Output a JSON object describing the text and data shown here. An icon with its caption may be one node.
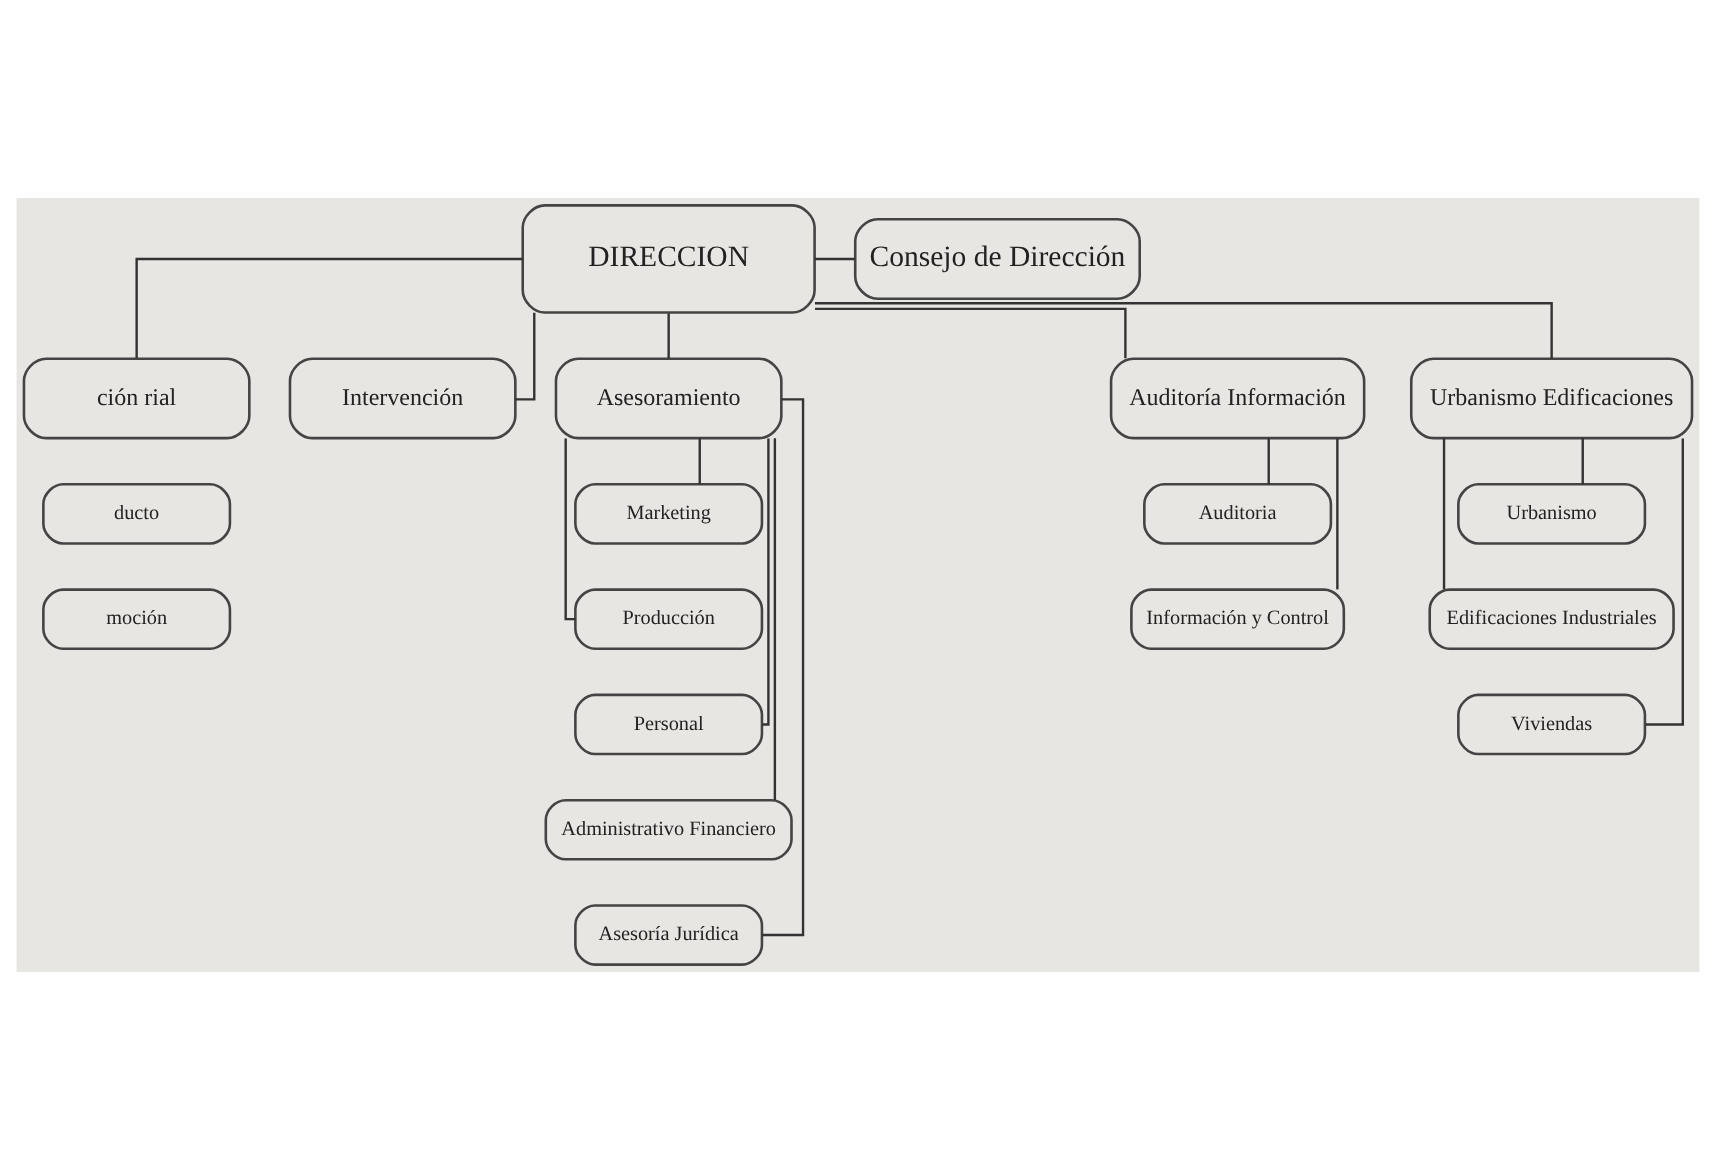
{
  "diagram": {
    "nodes": [
      {
        "text": [
          "DIRECCION"
        ]
      },
      {
        "text": [
          "Consejo de Dirección"
        ]
      },
      {
        "text": [
          "ción rial"
        ]
      },
      {
        "text": [
          "Intervención"
        ]
      },
      {
        "text": [
          "Asesoramiento"
        ]
      },
      {
        "text": [
          "Auditoría Información"
        ]
      },
      {
        "text": [
          "Urbanismo Edificaciones"
        ]
      },
      {
        "text": [
          "ducto"
        ]
      },
      {
        "text": [
          "moción"
        ]
      },
      {
        "text": [
          "Marketing"
        ]
      },
      {
        "text": [
          "Producción"
        ]
      },
      {
        "text": [
          "Personal"
        ]
      },
      {
        "text": [
          "Administrativo Financiero"
        ]
      },
      {
        "text": [
          "Asesoría Jurídica"
        ]
      },
      {
        "text": [
          "Auditoria"
        ]
      },
      {
        "text": [
          "Información y Control"
        ]
      },
      {
        "text": [
          "Urbanismo"
        ]
      },
      {
        "text": [
          "Edificaciones Industriales"
        ]
      },
      {
        "text": [
          "Viviendas"
        ]
      }
    ],
    "edges": [
      {
        "from": 0,
        "to": 1,
        "arrow": "none"
      },
      {
        "from": 0,
        "to": 2,
        "arrow": "none"
      },
      {
        "from": 0,
        "to": 3,
        "arrow": "none"
      },
      {
        "from": 0,
        "to": 4,
        "arrow": "none"
      },
      {
        "from": 0,
        "to": 5,
        "arrow": "none"
      },
      {
        "from": 0,
        "to": 6,
        "arrow": "none"
      },
      {
        "from": 4,
        "to": 9,
        "arrow": "none"
      },
      {
        "from": 4,
        "to": 10,
        "arrow": "none"
      },
      {
        "from": 4,
        "to": 11,
        "arrow": "none"
      },
      {
        "from": 4,
        "to": 12,
        "arrow": "none"
      },
      {
        "from": 4,
        "to": 13,
        "arrow": "none"
      },
      {
        "from": 5,
        "to": 14,
        "arrow": "none"
      },
      {
        "from": 5,
        "to": 15,
        "arrow": "none"
      },
      {
        "from": 6,
        "to": 16,
        "arrow": "none"
      },
      {
        "from": 6,
        "to": 17,
        "arrow": "none"
      },
      {
        "from": 6,
        "to": 18,
        "arrow": "none"
      }
    ]
  }
}
